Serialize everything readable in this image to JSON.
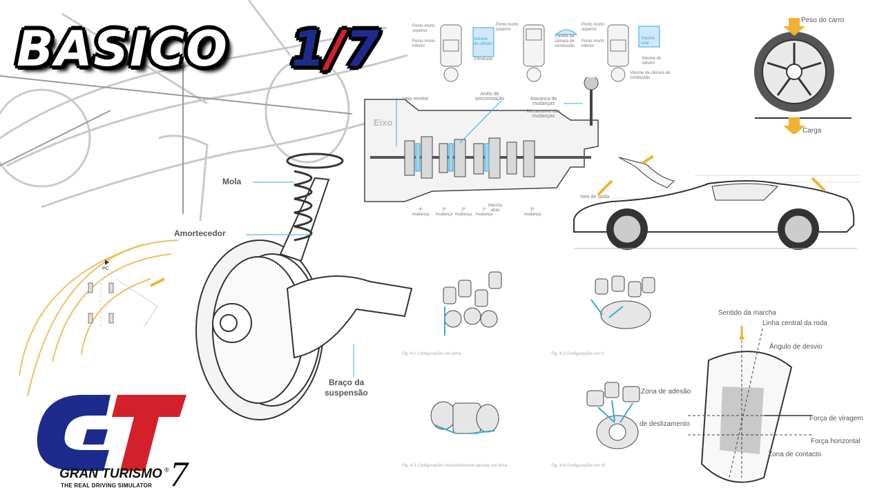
{
  "title": {
    "word": "BASICO",
    "num_one": "1",
    "num_slash": "/",
    "num_seven": "7"
  },
  "logo": {
    "name": "GRAN TURISMO",
    "reg": "®",
    "number": "7",
    "tagline": "THE REAL DRIVING SIMULATOR"
  },
  "suspension": {
    "spring": "Mola",
    "damper": "Amortecedor",
    "arm_line1": "Braço da",
    "arm_line2": "suspensão"
  },
  "cylinders": {
    "c1": {
      "top": "Ponto morto superior",
      "bottom": "Ponto morto inferior",
      "volume": "Volume do cilindro",
      "displacement": "Cilindrada"
    },
    "c2": {
      "top": "Ponto morto superior",
      "chamber": "Volume da câmara de combustão"
    },
    "c3": {
      "top": "Ponto morto superior",
      "bottom": "Ponto morto inferior",
      "total": "Volume total",
      "volume": "Volume do cilindro",
      "chamber": "Volume da câmara de combustão"
    }
  },
  "gearbox": {
    "input_shaft": "Veio recetor",
    "synchros": "Anéis de sincronização",
    "lever": "Alavanca de mudanças",
    "mechanism": "Mecanismo das mudanças",
    "shaft": "Eixo",
    "gear4": "4ª mudança",
    "gear3": "3ª mudança",
    "gear2": "2ª mudança",
    "gear1": "1ª mudança",
    "reverse": "Marcha atrás",
    "gear5": "5ª mudança",
    "output": "Veio de saída"
  },
  "tire": {
    "weight": "Peso do carro",
    "load": "Carga"
  },
  "slip": {
    "direction": "Sentido da marcha",
    "centerline": "Linha central da roda",
    "angle": "Ângulo de desvio",
    "adhesion": "Zona de adesão",
    "sliding": "de deslizamento",
    "cornering": "Força de viragem",
    "horizontal": "Força horizontal",
    "contact": "Zona de contacto"
  },
  "engines": {
    "cap1": "Fig. 4-1 Configurações em linha",
    "cap2": "Fig. 4-2 Configurações em V",
    "cap3": "Fig. 4-3 Configurações horizontalmente opostas em linha",
    "cap4": "Fig. 4-4 Configurações em W"
  },
  "misc": {
    "pc": "PC"
  },
  "colors": {
    "accent_blue": "#1d2b8c",
    "accent_red": "#d4202a",
    "diagram_cyan": "#3aa7d8",
    "arrow_orange": "#f0b232"
  }
}
